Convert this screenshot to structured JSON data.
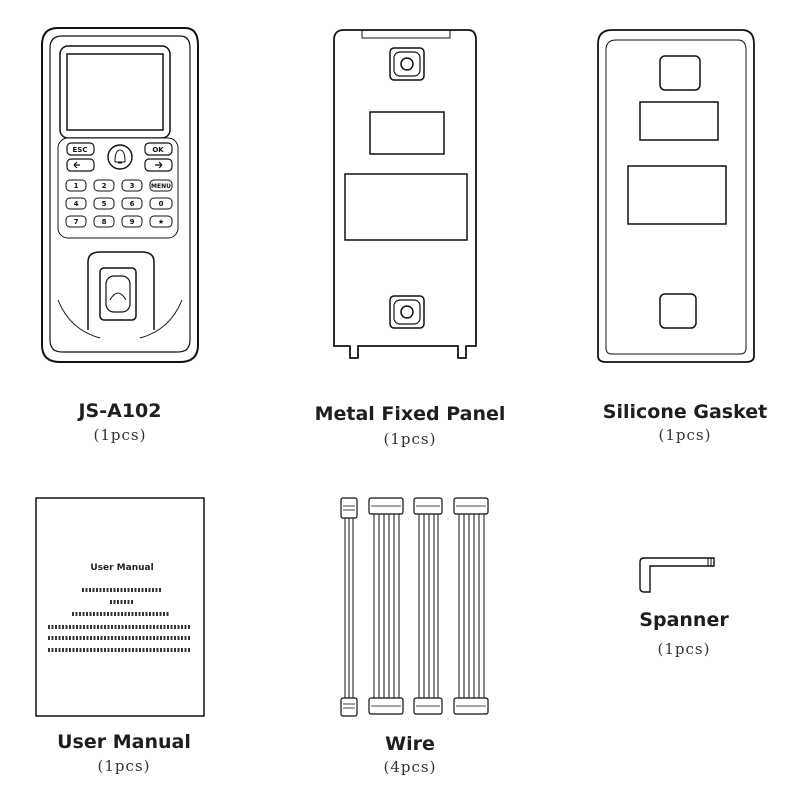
{
  "items": [
    {
      "name": "JS-A102",
      "qty": "(1pcs)"
    },
    {
      "name": "Metal Fixed Panel",
      "qty": "(1pcs)"
    },
    {
      "name": "Silicone Gasket",
      "qty": "(1pcs)"
    },
    {
      "name": "User Manual",
      "qty": "(1pcs)"
    },
    {
      "name": "Wire",
      "qty": "(4pcs)"
    },
    {
      "name": "Spanner",
      "qty": "(1pcs)"
    }
  ],
  "device_keys": {
    "esc": "ESC",
    "ok": "OK",
    "menu": "MENU",
    "k1": "1",
    "k2": "2",
    "k3": "3",
    "k4": "4",
    "k5": "5",
    "k6": "6",
    "k7": "7",
    "k8": "8",
    "k9": "9",
    "k0": "0",
    "star": "★"
  },
  "manual_cover_title": "User Manual"
}
